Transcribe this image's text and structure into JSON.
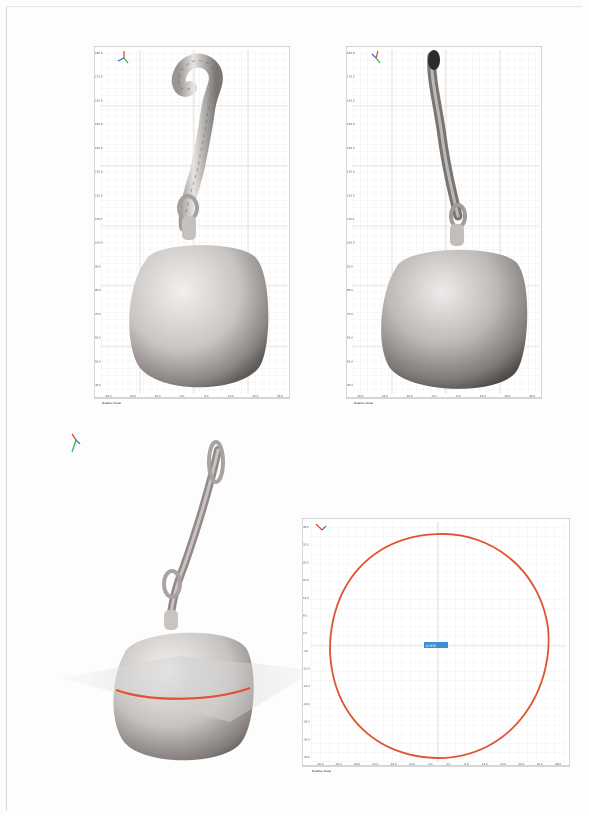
{
  "figures": {
    "front_view": {
      "y_ticks": [
        "185.0",
        "175.0",
        "165.0",
        "155.0",
        "145.0",
        "135.0",
        "125.0",
        "115.0",
        "105.0",
        "95.0",
        "85.0",
        "75.0",
        "65.0",
        "55.0",
        "45.0"
      ],
      "x_ticks": [
        "-35.0",
        "-25.0",
        "-15.0",
        "-5.0",
        "5.0",
        "15.0",
        "25.0",
        "35.0"
      ],
      "scale_note": "Relative Scale"
    },
    "side_view": {
      "y_ticks": [
        "185.0",
        "175.0",
        "165.0",
        "155.0",
        "145.0",
        "135.0",
        "125.0",
        "115.0",
        "105.0",
        "95.0",
        "85.0",
        "75.0",
        "65.0",
        "55.0",
        "45.0"
      ],
      "x_ticks": [
        "-35.0",
        "-25.0",
        "-15.0",
        "-5.0",
        "5.0",
        "15.0",
        "25.0",
        "35.0"
      ],
      "scale_note": "Relative Scale"
    },
    "perspective_view": {
      "section_line_color": "#e0532f"
    },
    "cross_section": {
      "outline_color": "#e0532f",
      "center_marker_color": "#3a8fd8",
      "center_label": "0.000",
      "y_ticks": [
        "38.0",
        "32.0",
        "26.0",
        "20.0",
        "14.0",
        "8.0",
        "2.0",
        "-4.0",
        "-10.0",
        "-16.0",
        "-22.0",
        "-28.0",
        "-34.0",
        "-40.0"
      ],
      "x_ticks": [
        "-40.0",
        "-34.0",
        "-28.0",
        "-22.0",
        "-16.0",
        "-10.0",
        "-4.0",
        "2.0",
        "8.0",
        "14.0",
        "20.0",
        "26.0",
        "32.0",
        "38.0"
      ],
      "scale_note": "Relative Scale"
    },
    "axis_triad_colors": {
      "x": "#d93a2b",
      "y": "#2bb04a",
      "z": "#2b5fd9"
    }
  }
}
